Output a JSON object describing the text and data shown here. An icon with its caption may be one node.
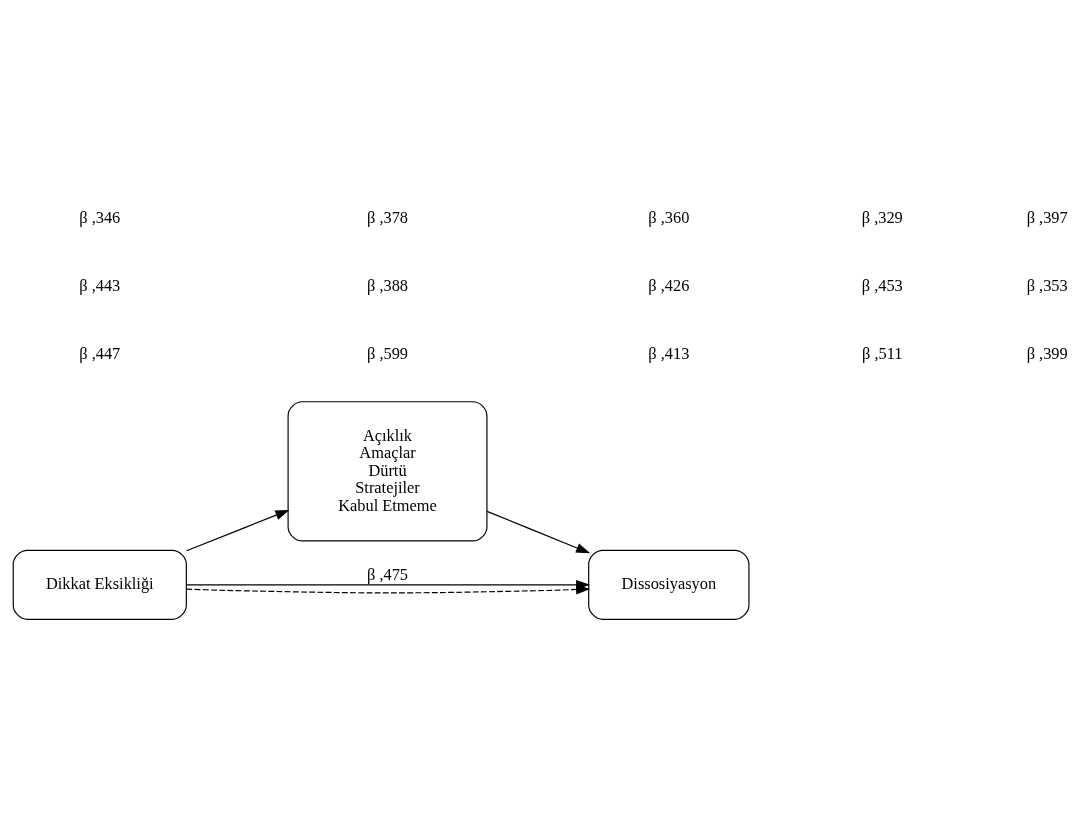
{
  "diagram": {
    "nodes": [
      {
        "text": [
          "Açıklık",
          "Amaçlar",
          "Dürtü",
          "Stratejiler",
          "Kabul Etmeme"
        ]
      },
      {
        "text": [
          "Dikkat Eksikliği"
        ]
      },
      {
        "text": [
          "Dissosiyasyon"
        ]
      }
    ],
    "edges": [
      {
        "from": 1,
        "to": 0,
        "arrow": "to"
      },
      {
        "from": 0,
        "to": 2,
        "arrow": "to"
      },
      {
        "from": 1,
        "to": 2,
        "arrow": "to",
        "label": "β ,475"
      },
      {
        "from": 1,
        "to": 2,
        "arrow": "to",
        "style": "dashed"
      }
    ],
    "labels": [
      "β ,447",
      "β ,599",
      "β ,413",
      "β ,511",
      "β ,399",
      "β ,443",
      "β ,388",
      "β ,426",
      "β ,453",
      "β ,353",
      "β ,346",
      "β ,378",
      "β ,360",
      "β ,329",
      "β ,397"
    ]
  }
}
